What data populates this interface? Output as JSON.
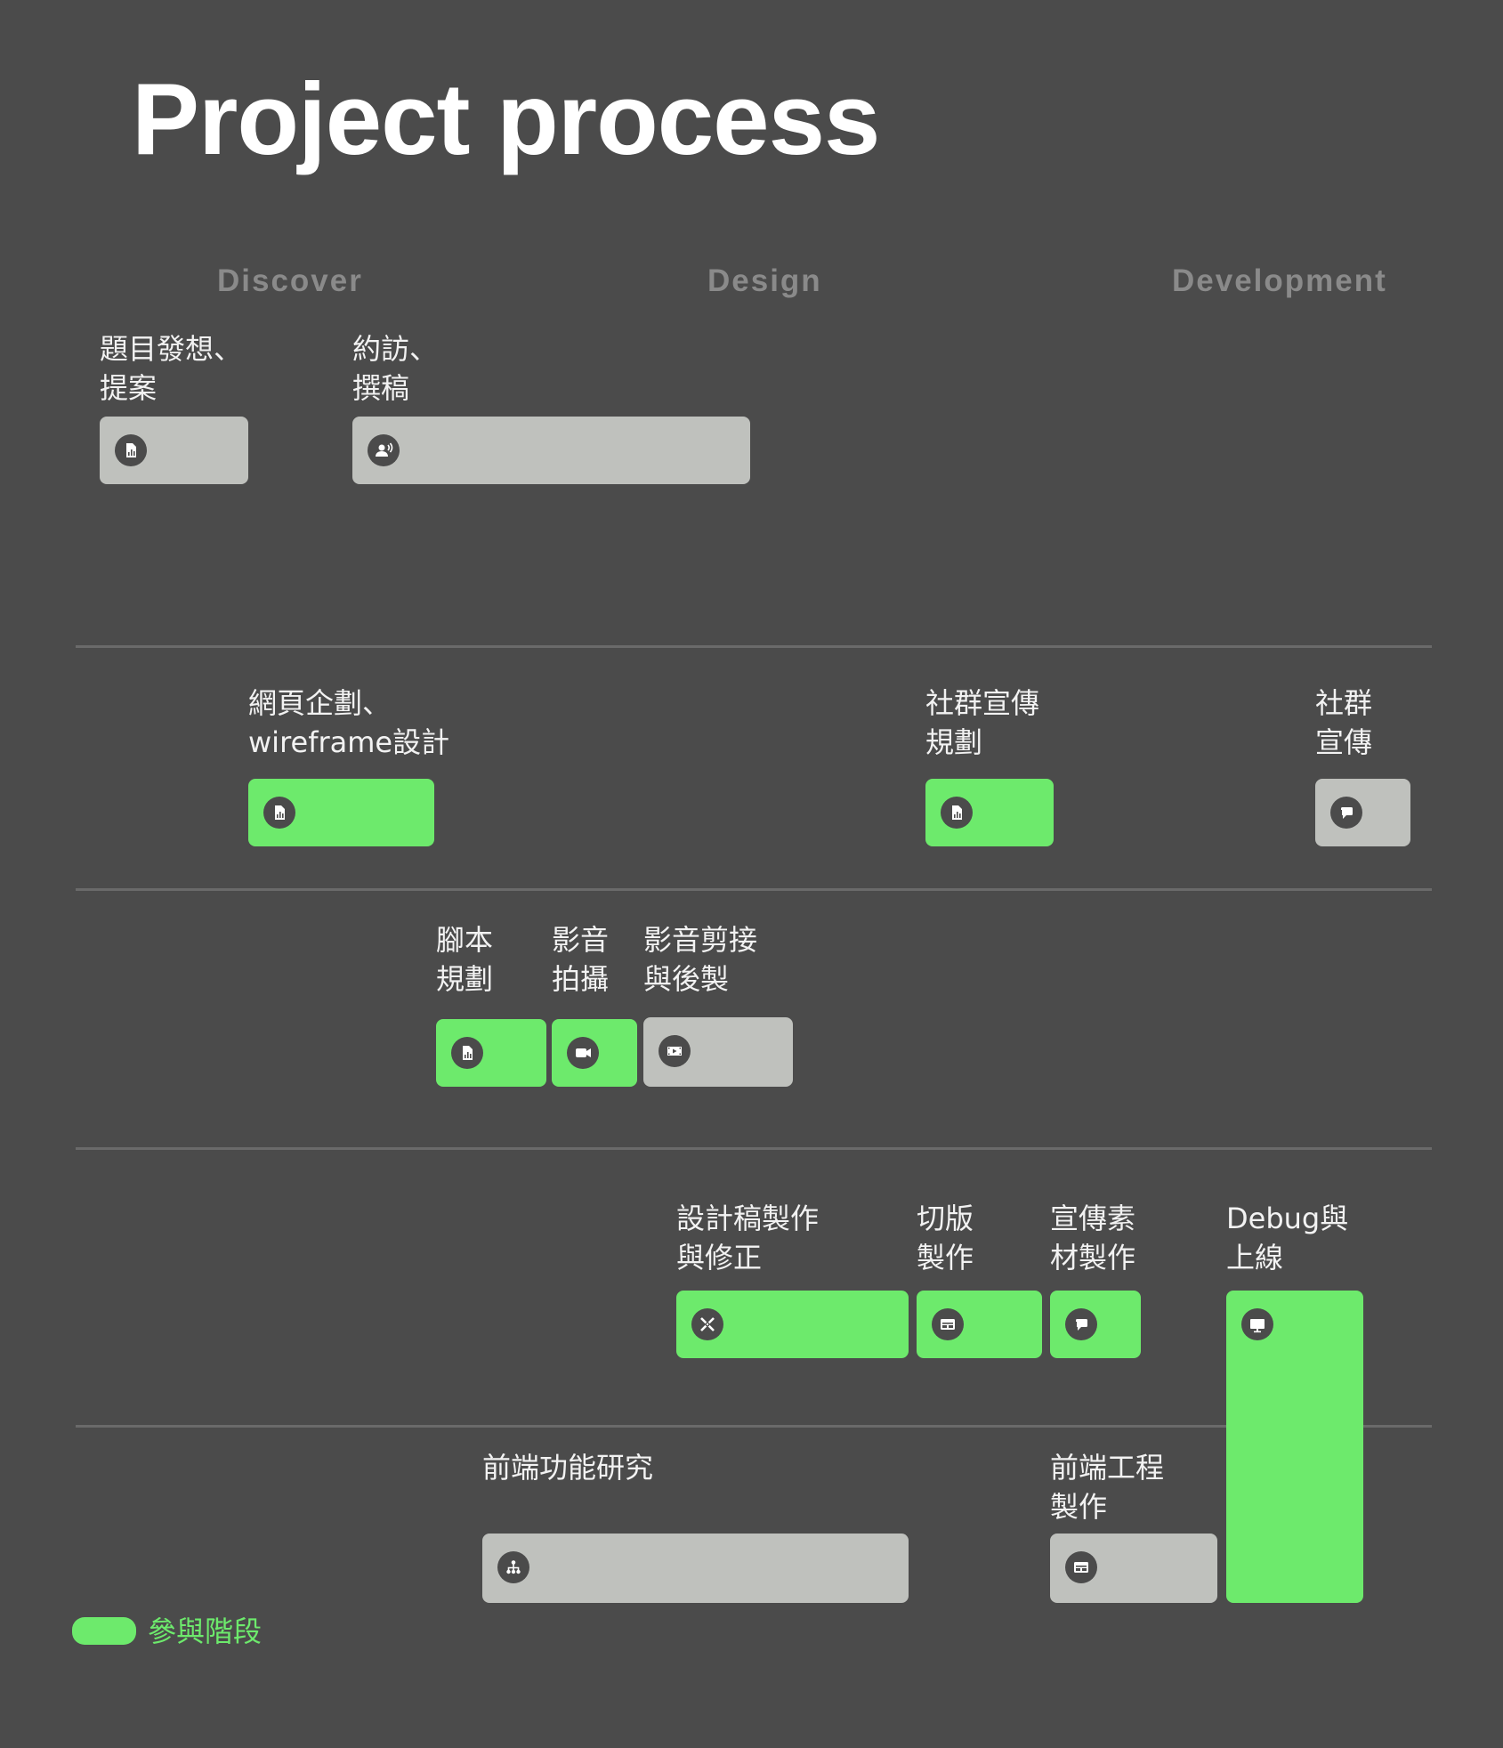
{
  "title": "Project process",
  "phases": [
    "Discover",
    "Design",
    "Development"
  ],
  "tasks": {
    "t1": {
      "label": "題目發想、\n提案",
      "icon": "report-icon",
      "participating": false
    },
    "t2": {
      "label": "約訪、\n撰稿",
      "icon": "interview-icon",
      "participating": false
    },
    "t3": {
      "label": "網頁企劃、\nwireframe設計",
      "icon": "report-icon",
      "participating": true
    },
    "t4": {
      "label": "社群宣傳\n規劃",
      "icon": "report-icon",
      "participating": true
    },
    "t5": {
      "label": "社群\n宣傳",
      "icon": "chat-icon",
      "participating": false
    },
    "t6": {
      "label": "腳本\n規劃",
      "icon": "report-icon",
      "participating": true
    },
    "t7": {
      "label": "影音\n拍攝",
      "icon": "video-camera-icon",
      "participating": true
    },
    "t8": {
      "label": "影音剪接\n與後製",
      "icon": "film-icon",
      "participating": false
    },
    "t9": {
      "label": "設計稿製作\n與修正",
      "icon": "design-tools-icon",
      "participating": true
    },
    "t10": {
      "label": "切版\n製作",
      "icon": "layout-icon",
      "participating": true
    },
    "t11": {
      "label": "宣傳素\n材製作",
      "icon": "chat-icon",
      "participating": true
    },
    "t12": {
      "label": "Debug與\n上線",
      "icon": "monitor-icon",
      "participating": true
    },
    "t13": {
      "label": "前端功能研究",
      "icon": "sitemap-icon",
      "participating": false
    },
    "t14": {
      "label": "前端工程\n製作",
      "icon": "layout-icon",
      "participating": false
    }
  },
  "legend": {
    "label": "參與階段",
    "color": "#6dea6c"
  },
  "colors": {
    "background": "#4b4b4b",
    "participating": "#6dea6c",
    "not_participating": "#bfc1bd",
    "phase_label": "#8a8a8a"
  }
}
